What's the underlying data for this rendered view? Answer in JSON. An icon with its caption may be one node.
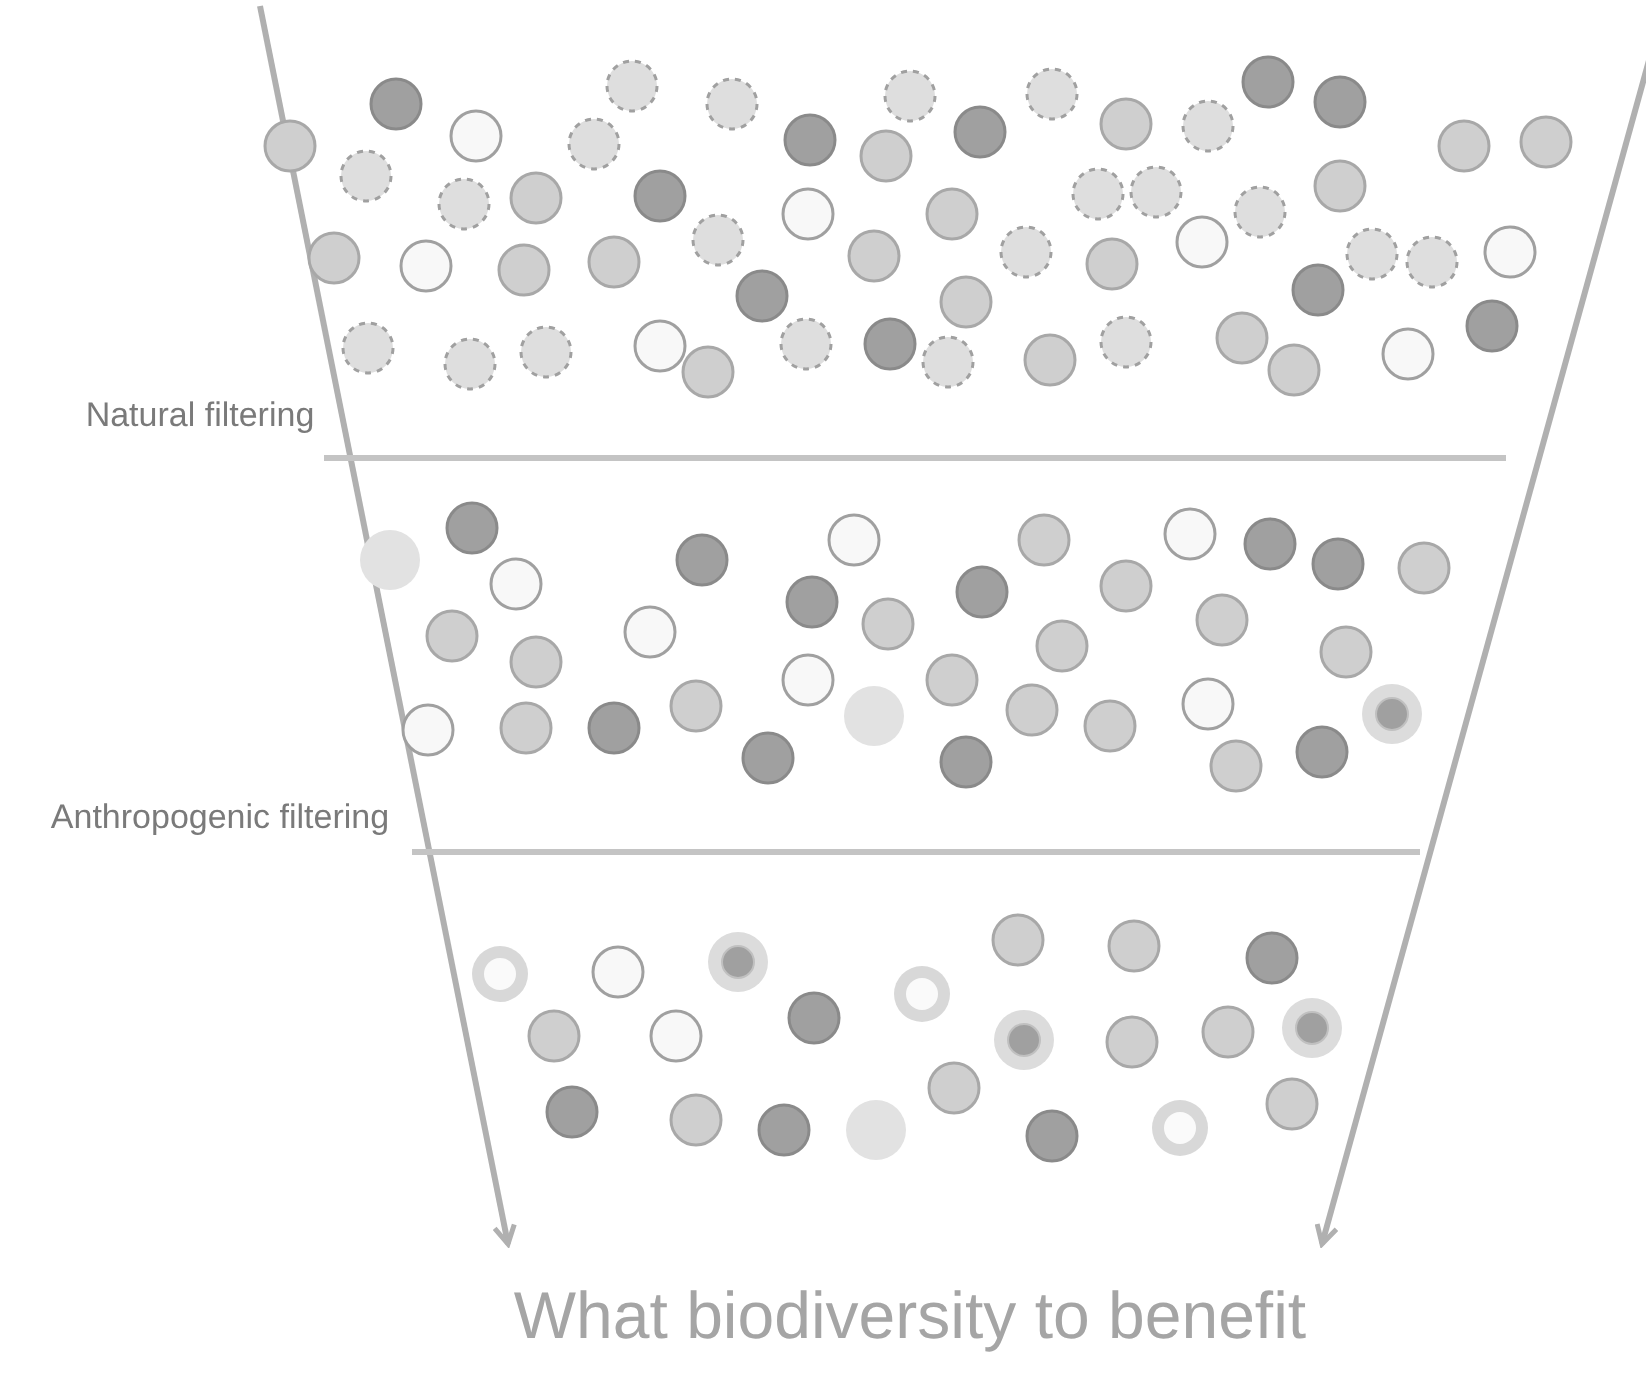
{
  "diagram": {
    "labels": [
      "Natural filtering",
      "Anthropogenic filtering",
      "What biodiversity to benefit"
    ]
  }
}
